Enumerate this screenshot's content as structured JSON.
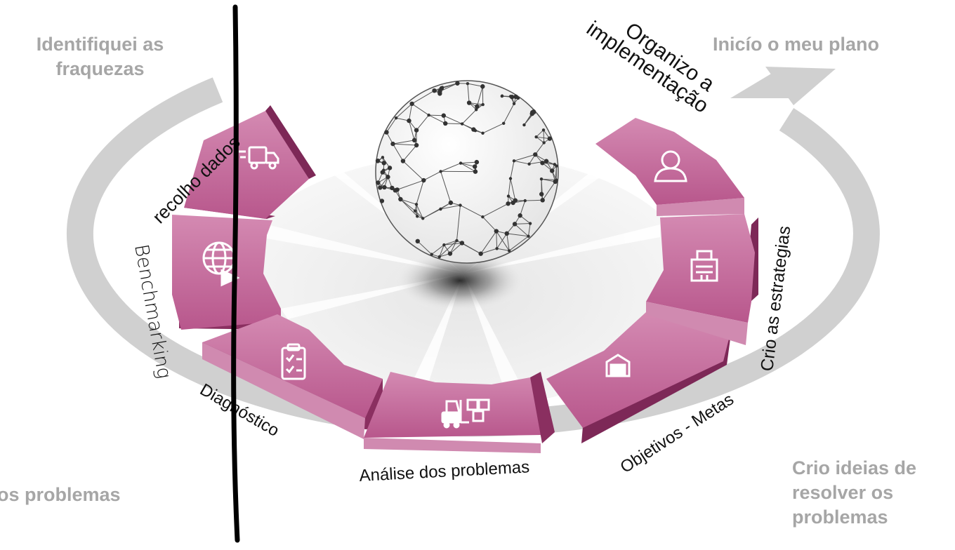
{
  "corners": {
    "top_left": [
      "Identifiquei as",
      "fraquezas"
    ],
    "top_right": [
      "Inicío o meu plano"
    ],
    "bottom_left": [
      "os problemas"
    ],
    "bottom_right": [
      "Crio ideias de",
      "resolver os",
      "problemas"
    ]
  },
  "segments": [
    {
      "label": "recolho dados",
      "icon": "delivery-truck-icon"
    },
    {
      "label": "Benchmarking",
      "icon": "globe-arrow-icon"
    },
    {
      "label": "Diagnóstico",
      "icon": "clipboard-checklist-icon"
    },
    {
      "label": "Análise dos problemas",
      "icon": "forklift-icon"
    },
    {
      "label": "Objetivos - Metas",
      "icon": "warehouse-icon"
    },
    {
      "label": "Crio as estrategias",
      "icon": "office-building-icon"
    },
    {
      "label": "Organizo a implementação",
      "icon": "user-icon"
    }
  ],
  "colors": {
    "segment_top": "#c46d9c",
    "segment_side": "#8a2f60",
    "arrow": "#d0d0d0",
    "corner_text": "#a6a6a6"
  }
}
